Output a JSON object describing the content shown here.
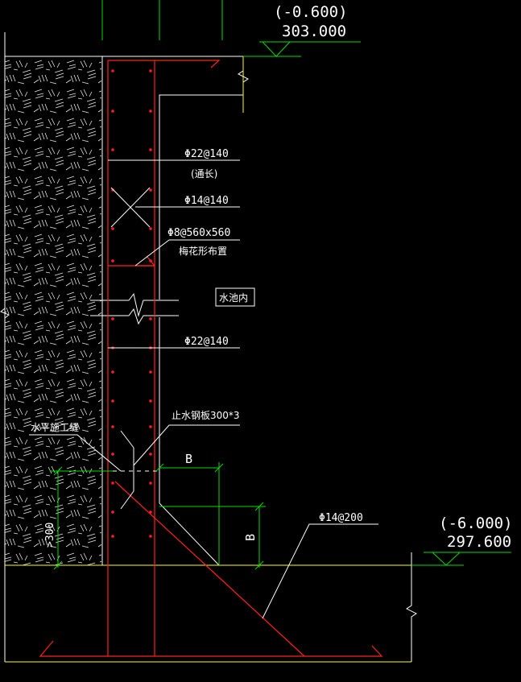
{
  "drawing": {
    "colors": {
      "background": "#000000",
      "rebar": "#ff2020",
      "outline": "#ffffff",
      "ground": "#ffff00",
      "dimension": "#00dd00",
      "soil_hatch": "#ffffff"
    },
    "elevations": {
      "top_relative": "(-0.600)",
      "top_absolute": "303.000",
      "bottom_relative": "(-6.000)",
      "bottom_absolute": "297.600"
    },
    "rebar_labels": {
      "vertical_outer": "Φ22@140",
      "vertical_outer_note": "(通长)",
      "horizontal": "Φ14@140",
      "tie": "Φ8@560x560",
      "tie_note": "梅花形布置",
      "vertical_inner": "Φ22@140",
      "haunch": "Φ14@200"
    },
    "notes": {
      "tank_inside": "水池内",
      "waterstop": "止水钢板300*3",
      "construction_joint": "水平施工缝"
    },
    "dimensions": {
      "height_300": ">300",
      "haunch_horizontal": "B",
      "haunch_vertical": "B"
    }
  }
}
